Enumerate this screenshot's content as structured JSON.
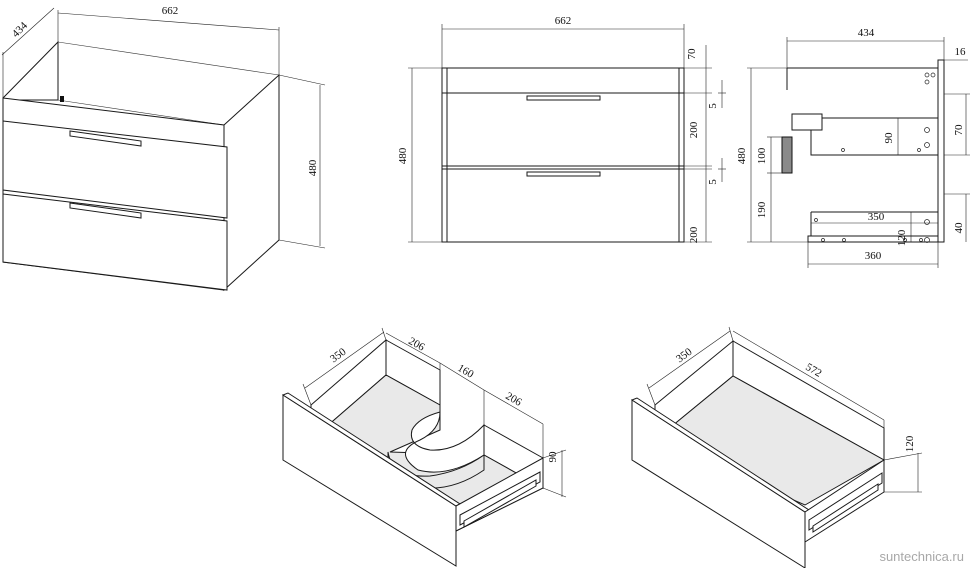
{
  "cabinet": {
    "width": "662",
    "depth": "434",
    "height": "480"
  },
  "front_view": {
    "width": "662",
    "height": "480",
    "top_gap": "70",
    "upper_gap": "5",
    "drawer_upper": "200",
    "lower_gap": "5",
    "drawer_lower": "200"
  },
  "side_view": {
    "depth": "434",
    "back_offset": "16",
    "height": "480",
    "siphon_height": "100",
    "lower_height": "190",
    "upper_drawer_height": "90",
    "upper_offset": "70",
    "lower_drawer_depth": "350",
    "lower_drawer_height": "120",
    "lower_offset": "40",
    "bottom_depth": "360"
  },
  "drawer_cutout": {
    "depth": "350",
    "left_width": "206",
    "cutout_width": "160",
    "right_width": "206",
    "height": "90"
  },
  "drawer_full": {
    "depth": "350",
    "width": "572",
    "height": "120"
  },
  "watermark": "suntechnica.ru"
}
